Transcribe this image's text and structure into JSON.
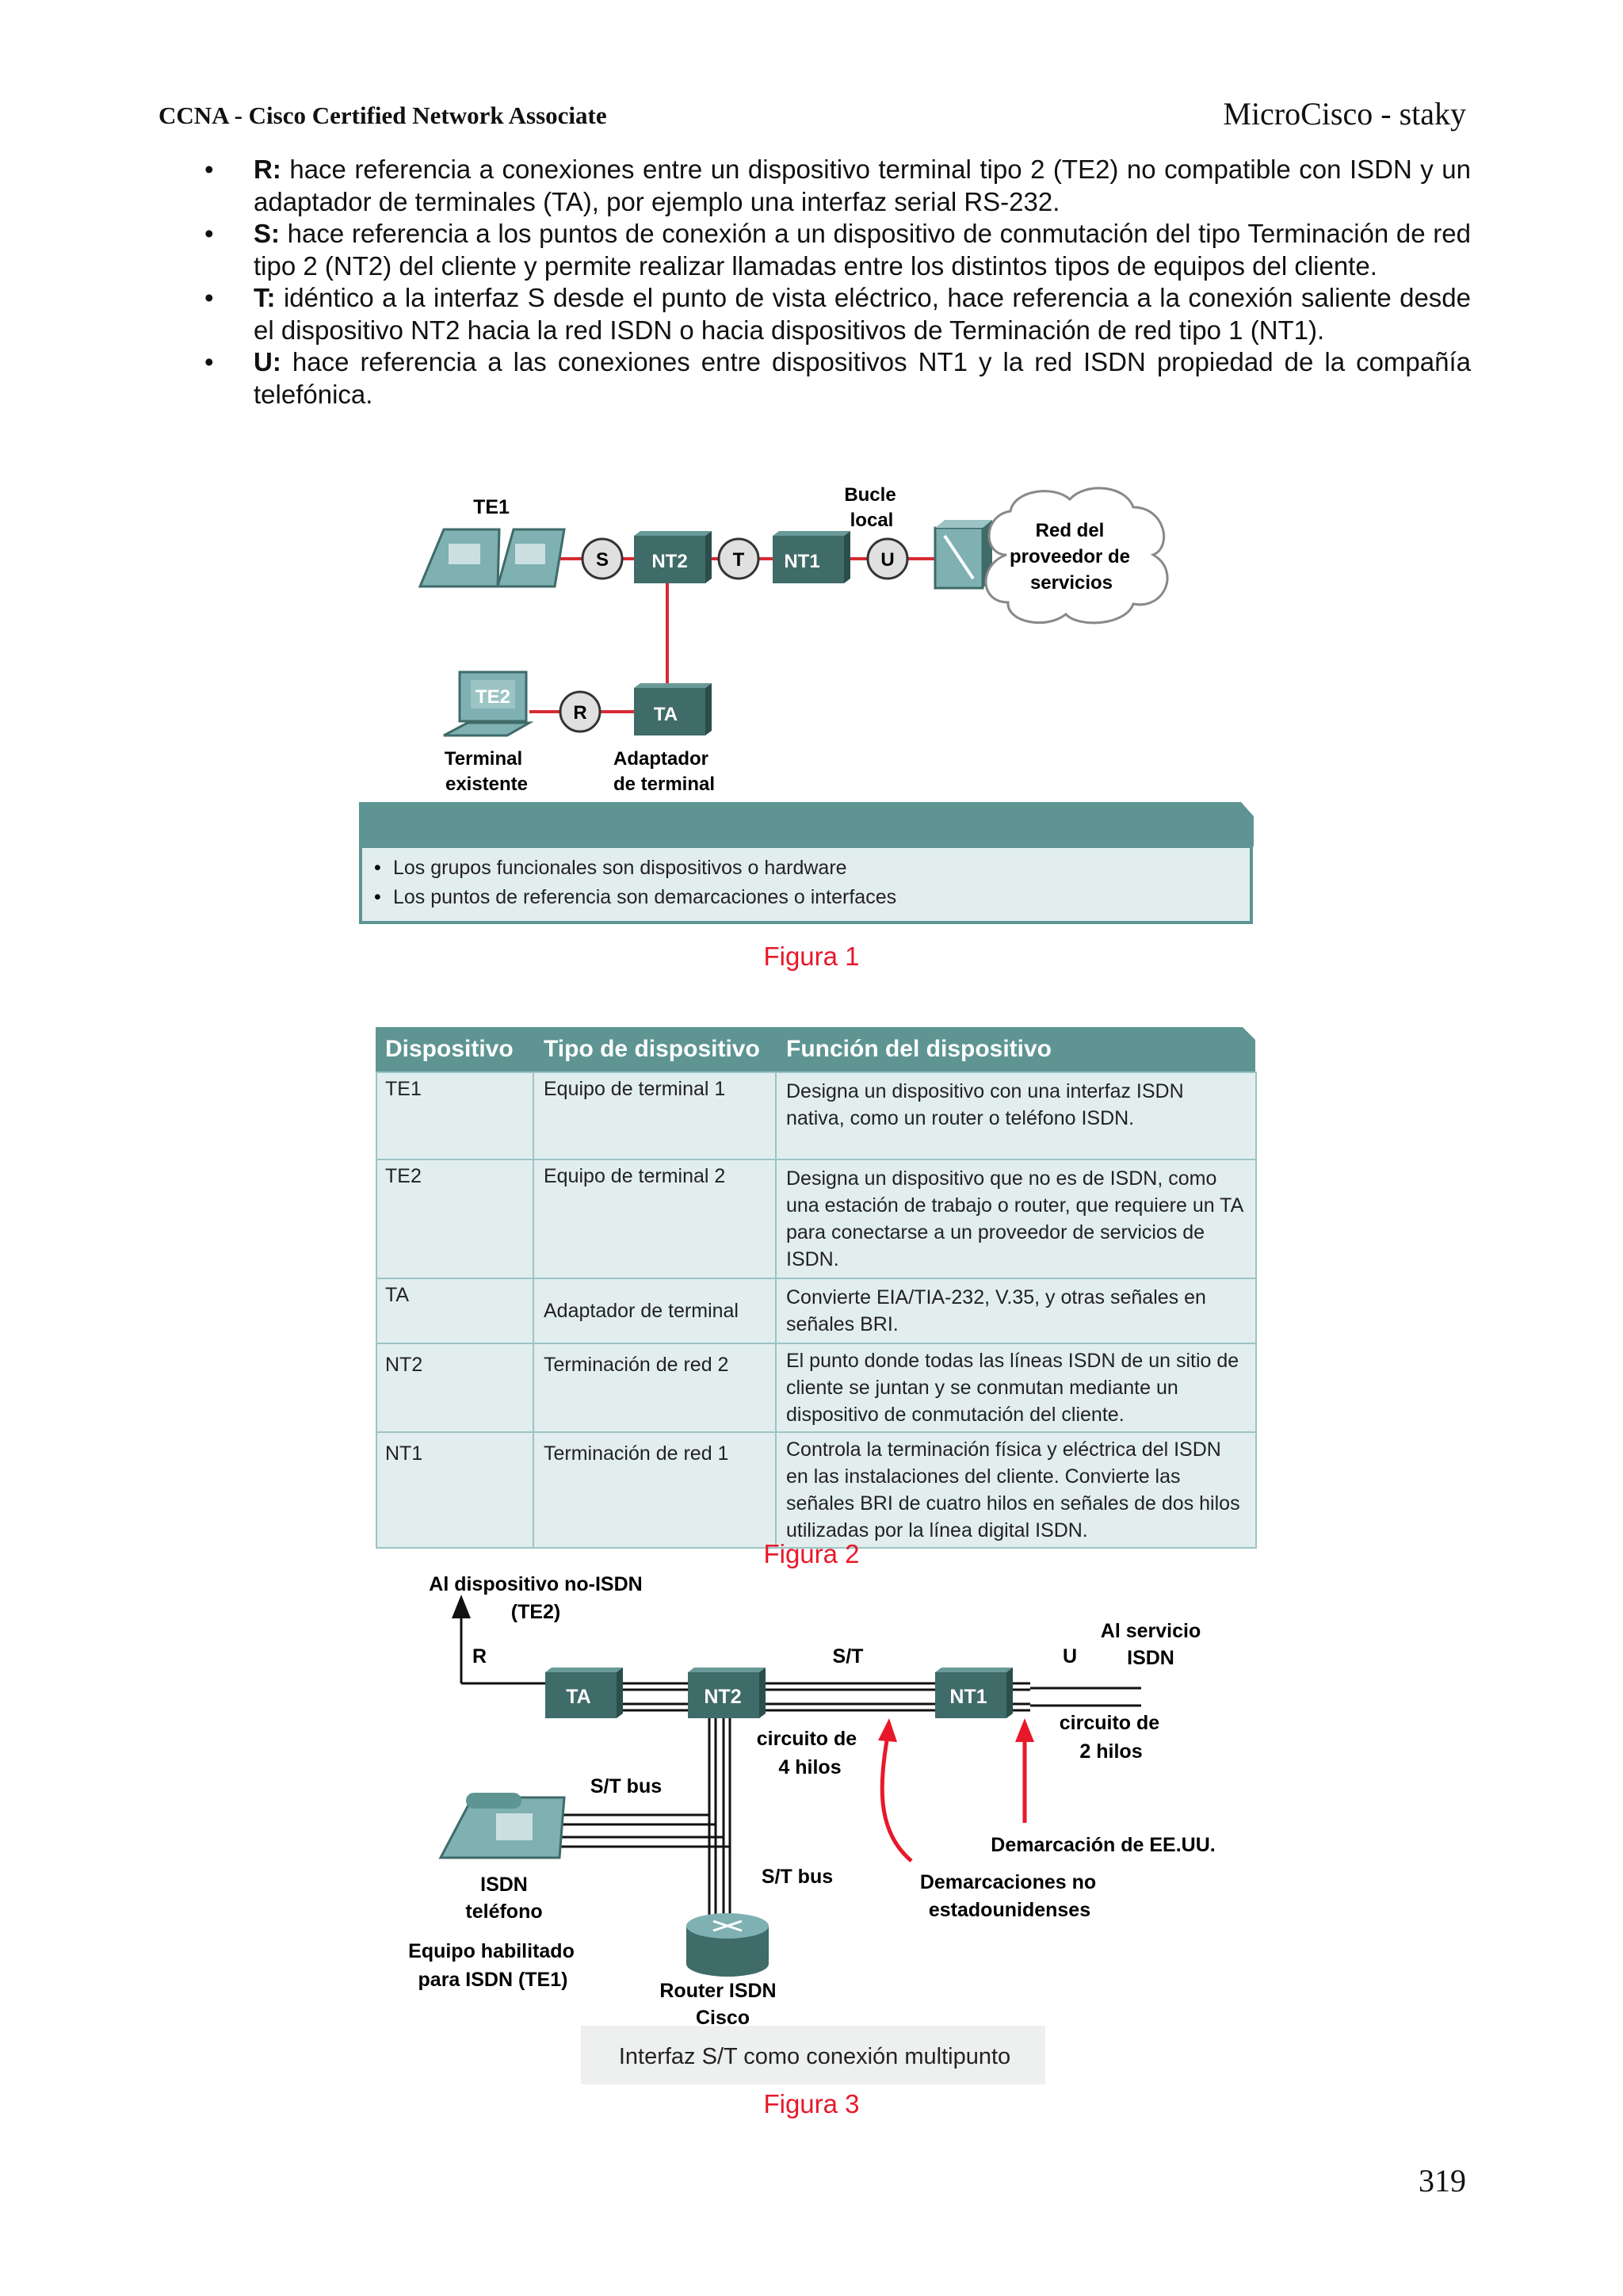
{
  "header": {
    "left": "CCNA - Cisco Certified Network Associate",
    "right": "MicroCisco - staky"
  },
  "bullets": [
    {
      "term": "R:",
      "text": "hace referencia a conexiones entre un dispositivo terminal tipo 2 (TE2) no compatible con ISDN y un adaptador de terminales (TA), por ejemplo una interfaz serial RS-232."
    },
    {
      "term": "S:",
      "text": "hace referencia a los puntos de conexión a un dispositivo de conmutación del tipo Terminación de red tipo 2 (NT2) del cliente y permite realizar llamadas entre los distintos tipos de equipos del cliente."
    },
    {
      "term": "T:",
      "text": "idéntico a la interfaz S desde el punto de vista eléctrico, hace referencia a la conexión saliente desde el dispositivo NT2 hacia la red ISDN o hacia dispositivos de Terminación de red tipo 1 (NT1)."
    },
    {
      "term": "U:",
      "text": "hace referencia a las conexiones entre dispositivos NT1 y la red ISDN propiedad de la compañía telefónica."
    }
  ],
  "figure1": {
    "te1": "TE1",
    "bucle_line1": "Bucle",
    "bucle_line2": "local",
    "cloud_line1": "Red del",
    "cloud_line2": "proveedor de",
    "cloud_line3": "servicios",
    "s": "S",
    "nt2": "NT2",
    "t": "T",
    "nt1": "NT1",
    "u": "U",
    "te2": "TE2",
    "r": "R",
    "ta": "TA",
    "terminal_line1": "Terminal",
    "terminal_line2": "existente",
    "adaptador_line1": "Adaptador",
    "adaptador_line2": "de terminal",
    "notes": [
      "Los grupos funcionales son dispositivos o hardware",
      "Los puntos de referencia son demarcaciones o interfaces"
    ],
    "caption": "Figura 1"
  },
  "figure2": {
    "headers": [
      "Dispositivo",
      "Tipo de dispositivo",
      "Función del dispositivo"
    ],
    "rows": [
      [
        "TE1",
        "Equipo de terminal 1",
        "Designa un dispositivo con una interfaz ISDN nativa, como un router o teléfono ISDN."
      ],
      [
        "TE2",
        "Equipo de terminal 2",
        "Designa un dispositivo que no es de ISDN, como una estación de trabajo o router, que requiere un TA para conectarse a un proveedor de servicios de ISDN."
      ],
      [
        "TA",
        "Adaptador de terminal",
        "Convierte EIA/TIA-232, V.35, y otras señales en señales BRI."
      ],
      [
        "NT2",
        "Terminación de red 2",
        "El punto donde todas las líneas ISDN de un sitio de cliente se juntan y se conmutan mediante un dispositivo de conmutación del cliente."
      ],
      [
        "NT1",
        "Terminación de red 1",
        "Controla la terminación física y eléctrica del ISDN en las instalaciones del cliente. Convierte las señales BRI de cuatro hilos en señales de dos hilos utilizadas por la línea digital ISDN."
      ]
    ],
    "caption": "Figura 2"
  },
  "figure3": {
    "al_dispositivo_line1": "Al dispositivo no-ISDN",
    "al_dispositivo_line2": "(TE2)",
    "r": "R",
    "st": "S/T",
    "u": "U",
    "al_servicio_line1": "Al servicio",
    "al_servicio_line2": "ISDN",
    "ta": "TA",
    "nt2": "NT2",
    "nt1": "NT1",
    "circuito4_line1": "circuito de",
    "circuito4_line2": "4 hilos",
    "circuito2_line1": "circuito de",
    "circuito2_line2": "2 hilos",
    "st_bus_upper": "S/T bus",
    "st_bus_lower": "S/T  bus",
    "demarcacion_eeuu": "Demarcación de EE.UU.",
    "demarcaciones_no_line1": "Demarcaciones no",
    "demarcaciones_no_line2": "estadounidenses",
    "isdn_tel_line1": "ISDN",
    "isdn_tel_line2": "teléfono",
    "equipo_line1": "Equipo habilitado",
    "equipo_line2": "para ISDN (TE1)",
    "router_line1": "Router ISDN",
    "router_line2": "Cisco",
    "interfaz_box": "Interfaz S/T como conexión multipunto",
    "caption": "Figura 3"
  },
  "page_number": "319",
  "colors": {
    "device_teal": "#3f6b69",
    "link_red": "#d62a35",
    "caption_red": "#e8182a",
    "table_header": "#5e9593",
    "table_body": "#e2eeee"
  }
}
